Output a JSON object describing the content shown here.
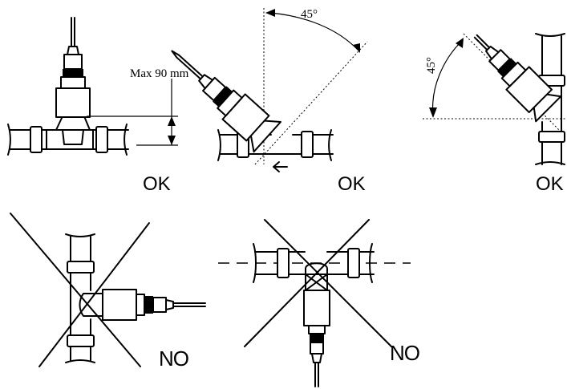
{
  "panels": [
    {
      "id": "straight-tee",
      "verdict": "OK",
      "dimension": "Max 90 mm"
    },
    {
      "id": "angled-upstream",
      "verdict": "OK",
      "angle": "45°"
    },
    {
      "id": "angled-vertical-pipe",
      "verdict": "OK",
      "angle": "45°"
    },
    {
      "id": "horizontal-into-vertical-pipe",
      "verdict": "NO"
    },
    {
      "id": "pointing-down",
      "verdict": "NO"
    }
  ],
  "colors": {
    "ink": "#000000",
    "background": "#ffffff"
  }
}
